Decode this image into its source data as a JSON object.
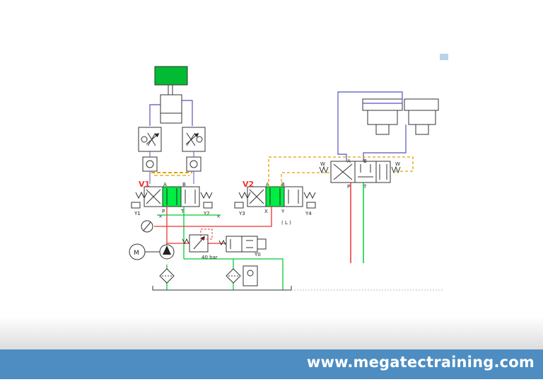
{
  "labels": {
    "v1": "V1",
    "v2": "V2",
    "a": "A",
    "b": "B",
    "p": "P",
    "t": "T",
    "x": "X",
    "y": "Y",
    "y0": "Y0",
    "y1": "Y1",
    "y2": "Y2",
    "y3": "Y3",
    "y4": "Y4",
    "l": "( L )",
    "m": "M",
    "pressure": "40 bar",
    "w": "W"
  },
  "footer": {
    "url": "www.megatectraining.com"
  },
  "colors": {
    "green": "#00cc33",
    "red": "#ee3333",
    "blue_line": "#5555bb",
    "pilot": "#e0a000",
    "footer_bg": "#4e8dc1"
  }
}
